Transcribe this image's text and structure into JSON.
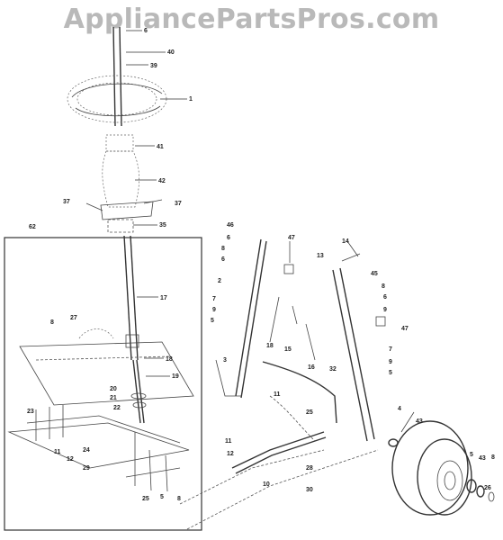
{
  "watermark": "AppliancePartsPros.com",
  "callouts": {
    "c1": "1",
    "c2": "2",
    "c3": "3",
    "c4": "4",
    "c5": "5",
    "c6": "6",
    "c7": "7",
    "c8": "8",
    "c9": "9",
    "c10": "10",
    "c11": "11",
    "c12": "12",
    "c14": "14",
    "c15": "15",
    "c16": "16",
    "c17": "17",
    "c18": "18",
    "c19": "19",
    "c20": "20",
    "c21": "21",
    "c22": "22",
    "c23": "23",
    "c24": "24",
    "c25": "25",
    "c26": "26",
    "c27": "27",
    "c28": "28",
    "c29": "29",
    "c30": "30",
    "c32": "32",
    "c35": "35",
    "c37": "37",
    "c39": "39",
    "c40": "40",
    "c41": "41",
    "c42": "42",
    "c43": "43",
    "c45": "45",
    "c46": "46",
    "c47": "47",
    "c62": "62",
    "c13": "13"
  }
}
